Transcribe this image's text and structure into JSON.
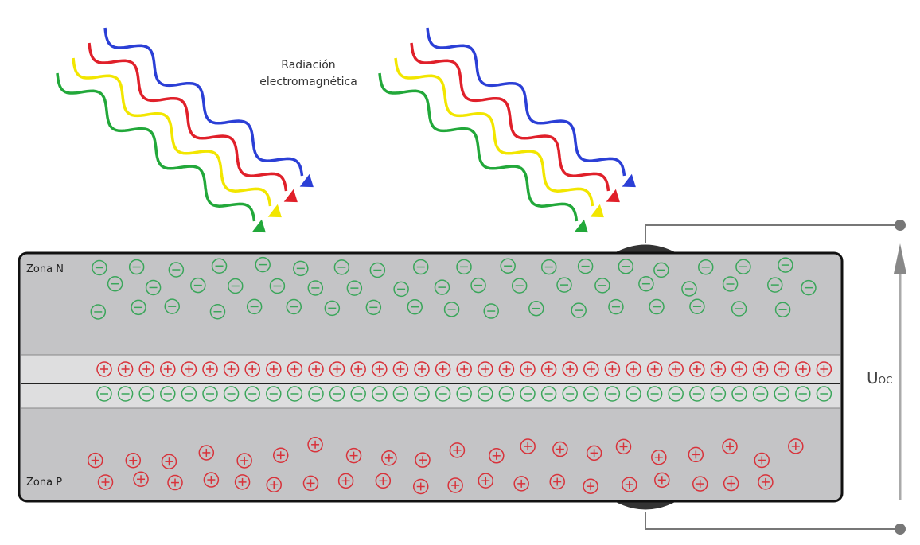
{
  "radiation_label": {
    "line1": "Radiación",
    "line2": "electromagnética"
  },
  "zones": {
    "n": "Zona N",
    "p": "Zona P"
  },
  "voltage": {
    "symbol": "U",
    "subscript": "OC"
  },
  "colors": {
    "wave_blue": "#2b3fd6",
    "wave_red": "#e0202a",
    "wave_yellow": "#f2e600",
    "wave_green": "#22a83a",
    "negative_charge": "#3aa65a",
    "positive_charge": "#d8323a",
    "cell_fill": "#c4c4c6",
    "depletion_fill": "#dededf"
  }
}
